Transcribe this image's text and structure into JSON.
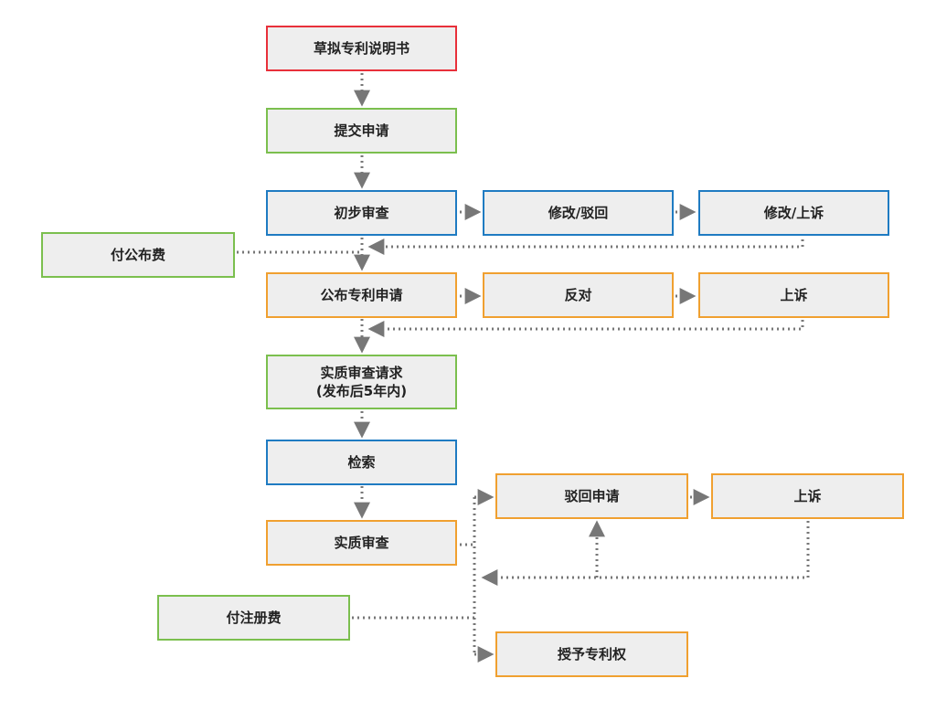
{
  "nodes": {
    "draft": "草拟专利说明书",
    "submit": "提交申请",
    "prelim": "初步审查",
    "modify_reject": "修改/驳回",
    "modify_appeal": "修改/上诉",
    "pay_pub_fee": "付公布费",
    "publish": "公布专利申请",
    "oppose": "反对",
    "appeal1": "上诉",
    "subst_request_line1": "实质审查请求",
    "subst_request_line2": "(发布后5年内)",
    "search": "检索",
    "subst_exam": "实质审查",
    "reject_app": "驳回申请",
    "appeal2": "上诉",
    "pay_reg_fee": "付注册费",
    "grant": "授予专利权"
  },
  "colors": {
    "red": "#e8303a",
    "green": "#7bbf4e",
    "blue": "#1f7bc2",
    "orange": "#f0a030",
    "box_fill": "#eeeeee",
    "connector": "#777777"
  }
}
